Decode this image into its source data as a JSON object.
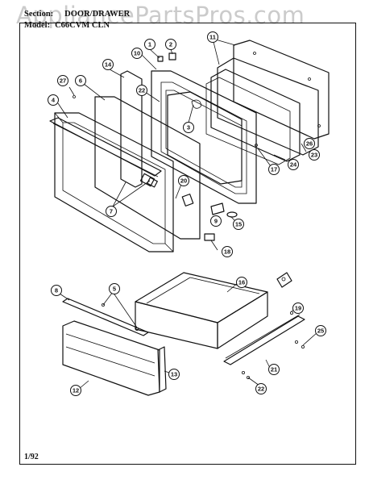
{
  "header": {
    "section_label": "Section:",
    "section_value": "DOOR/DRAWER",
    "model_label": "Model:",
    "model_value": "C66CVM CLN"
  },
  "watermark": "AppliancePartsPros.com",
  "footer": {
    "date_code": "1/92"
  },
  "callouts": {
    "c1": "1",
    "c2": "2",
    "c3": "3",
    "c4": "4",
    "c5": "5",
    "c6": "6",
    "c7": "7",
    "c8": "8",
    "c9": "9",
    "c10": "10",
    "c11": "11",
    "c12": "12",
    "c13": "13",
    "c14": "14",
    "c15": "15",
    "c16": "16",
    "c17": "17",
    "c18": "18",
    "c19": "19",
    "c20": "20",
    "c21": "21",
    "c22a": "22",
    "c22b": "22",
    "c23": "23",
    "c24": "24",
    "c25": "25",
    "c26": "26",
    "c27": "27"
  }
}
